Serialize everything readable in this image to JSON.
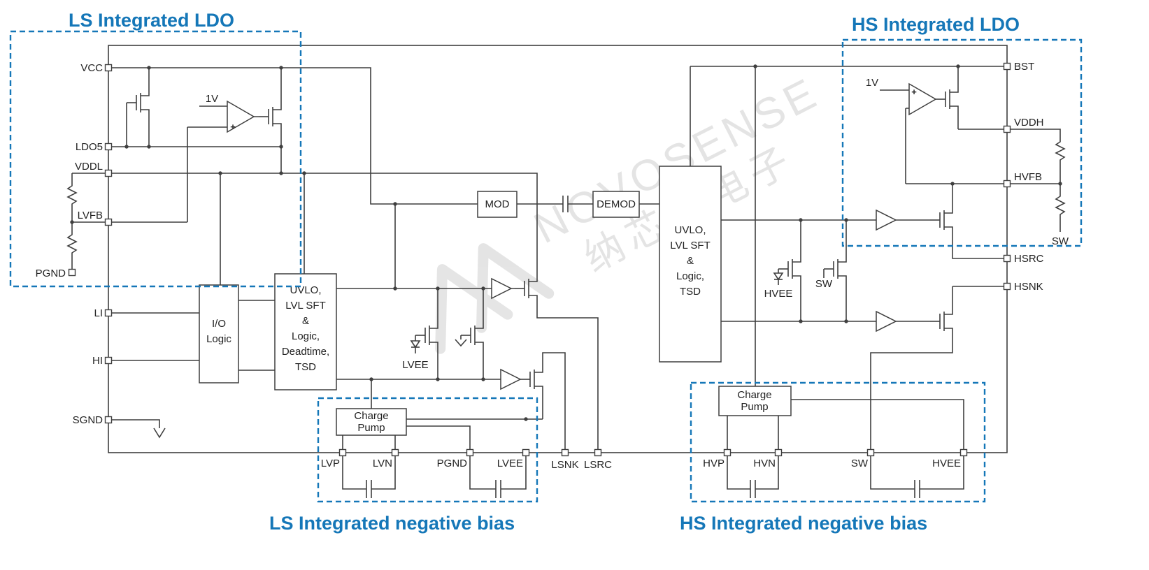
{
  "titles": {
    "ls_ldo": "LS Integrated LDO",
    "hs_ldo": "HS Integrated LDO",
    "ls_neg_bias": "LS Integrated negative bias",
    "hs_neg_bias": "HS Integrated negative bias"
  },
  "colors": {
    "accent_blue": "#1577b8",
    "wire": "#3f3f3f",
    "watermark_gray": "#cfcfcf"
  },
  "pins": {
    "left": [
      {
        "name": "VCC"
      },
      {
        "name": "LDO5"
      },
      {
        "name": "VDDL"
      },
      {
        "name": "LVFB"
      },
      {
        "name": "PGND"
      },
      {
        "name": "LI"
      },
      {
        "name": "HI"
      },
      {
        "name": "SGND"
      }
    ],
    "right": [
      {
        "name": "BST"
      },
      {
        "name": "VDDH"
      },
      {
        "name": "HVFB"
      },
      {
        "name": "SW"
      },
      {
        "name": "HSRC"
      },
      {
        "name": "HSNK"
      }
    ],
    "bottom": [
      {
        "name": "LVP"
      },
      {
        "name": "LVN"
      },
      {
        "name": "PGND"
      },
      {
        "name": "LVEE"
      },
      {
        "name": "LSNK"
      },
      {
        "name": "LSRC"
      },
      {
        "name": "HVP"
      },
      {
        "name": "HVN"
      },
      {
        "name": "SW"
      },
      {
        "name": "HVEE"
      }
    ]
  },
  "blocks": {
    "io_logic": {
      "lines": [
        "I/O",
        "Logic"
      ]
    },
    "ls_control": {
      "lines": [
        "UVLO,",
        "LVL SFT",
        "&",
        "Logic,",
        "Deadtime,",
        "TSD"
      ]
    },
    "hs_control": {
      "lines": [
        "UVLO,",
        "LVL SFT",
        "&",
        "Logic,",
        "TSD"
      ]
    },
    "mod": {
      "label": "MOD"
    },
    "demod": {
      "label": "DEMOD"
    },
    "ls_charge_pump": {
      "lines": [
        "Charge",
        "Pump"
      ]
    },
    "hs_charge_pump": {
      "lines": [
        "Charge",
        "Pump"
      ]
    }
  },
  "annotations": {
    "ls_ref": "1V",
    "hs_ref": "1V",
    "ls_plus": "+",
    "hs_plus": "+",
    "lvee_node": "LVEE",
    "hvee_node": "HVEE",
    "sw_node": "SW"
  },
  "watermark": {
    "brand": "NOVOSENSE",
    "brand_cn": "纳芯微电子"
  }
}
